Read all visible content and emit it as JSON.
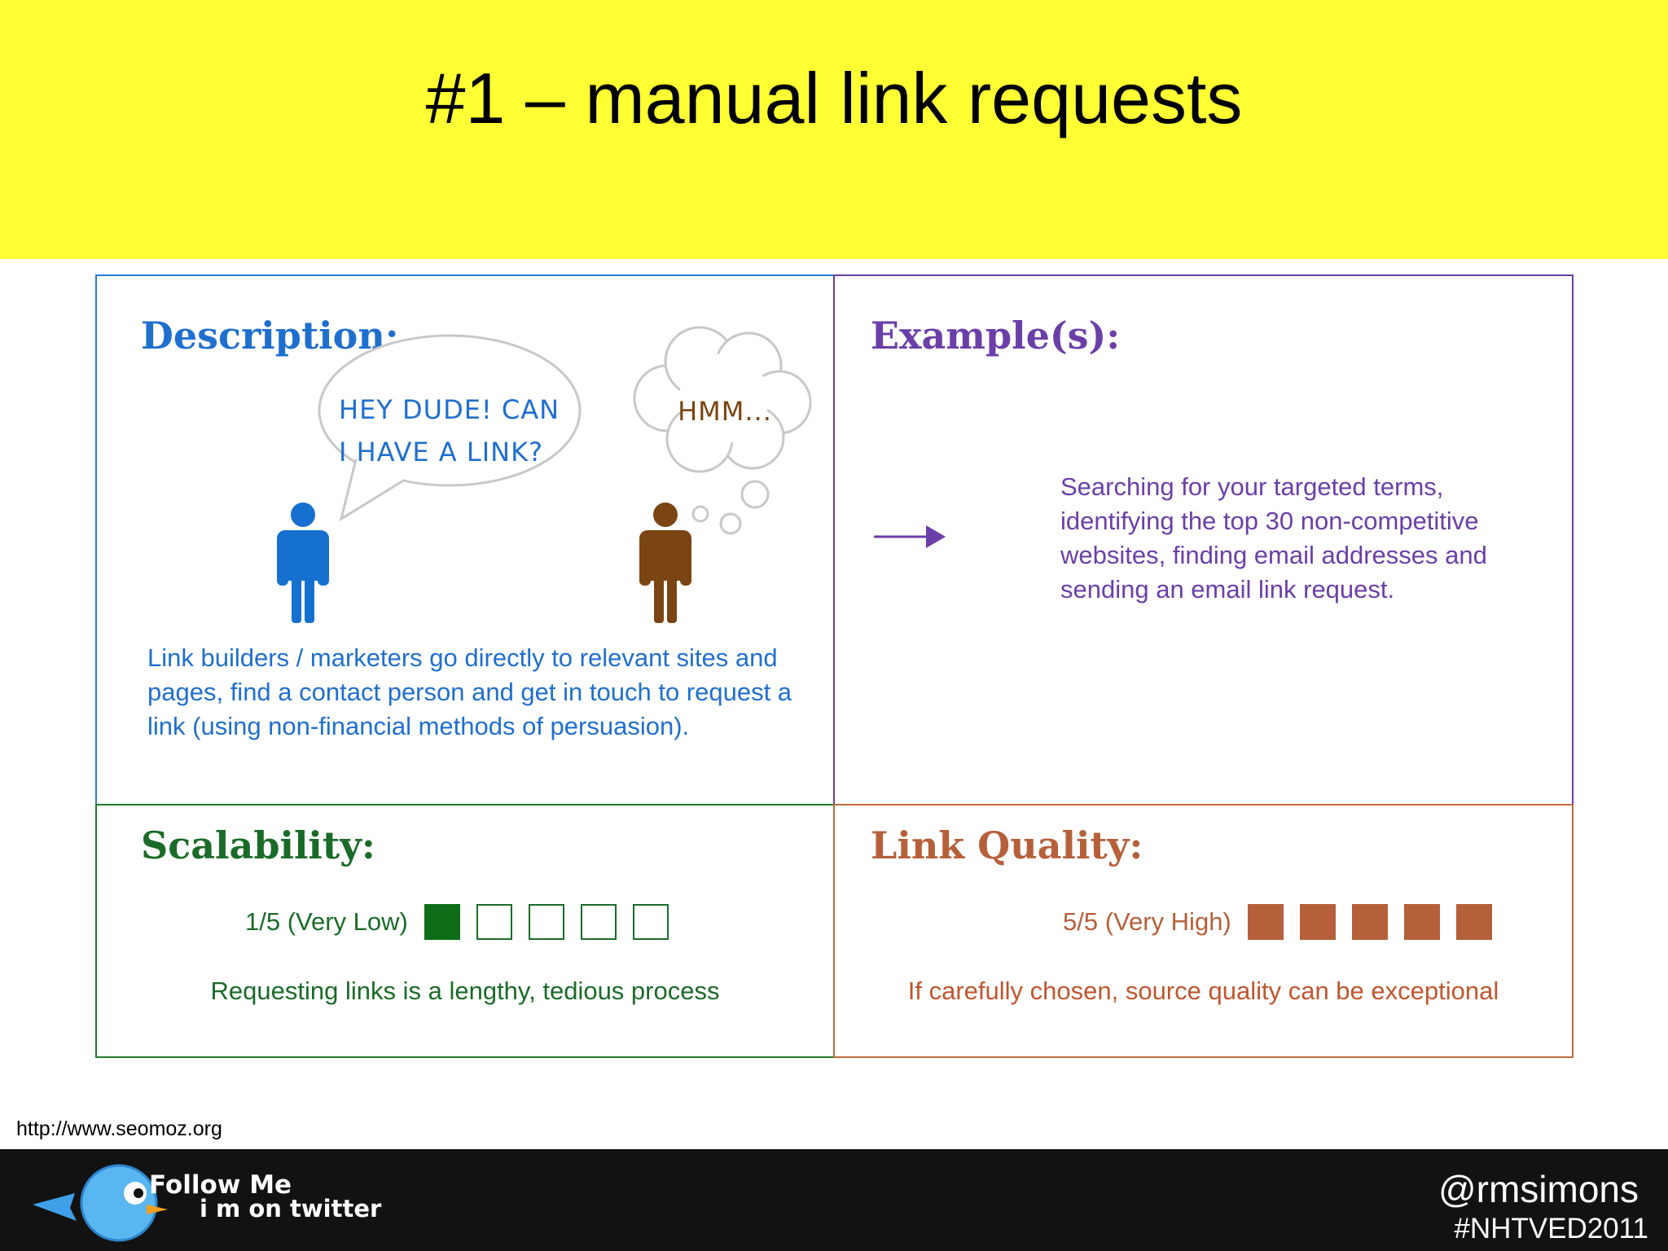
{
  "slide": {
    "title": "#1 – manual link requests",
    "source": "http://www.seomoz.org"
  },
  "description": {
    "heading": "Description:",
    "speech_lines": [
      "HEY DUDE! CAN",
      "I HAVE A LINK?"
    ],
    "thought": "HMM...",
    "body": "Link builders / marketers go directly to relevant sites and pages, find a contact person and get in touch to request a link (using non-financial methods of persuasion)."
  },
  "examples": {
    "heading": "Example(s):",
    "body": "Searching for your targeted terms, identifying the top 30 non-competitive websites, finding email addresses and sending an email link request."
  },
  "scalability": {
    "heading": "Scalability:",
    "rating_label": "1/5 (Very Low)",
    "rating": 1,
    "max": 5,
    "note": "Requesting links is a lengthy, tedious process"
  },
  "link_quality": {
    "heading": "Link Quality:",
    "rating_label": "5/5 (Very High)",
    "rating": 5,
    "max": 5,
    "note": "If carefully chosen, source quality can be exceptional"
  },
  "footer": {
    "follow_line1": "Follow Me",
    "follow_line2": "i m on twitter",
    "handle": "@rmsimons",
    "hashtag": "#NHTVED2011"
  },
  "colors": {
    "header_bg": "#ffff33",
    "description": "#1f6fcf",
    "examples": "#6b3fa8",
    "scalability": "#1a6b28",
    "link_quality": "#b5603a",
    "footer_bg": "#121212"
  },
  "icons": [
    "person-blue-icon",
    "person-brown-icon",
    "speech-bubble-icon",
    "thought-bubble-icon",
    "arrow-right-icon",
    "twitter-bird-icon"
  ]
}
